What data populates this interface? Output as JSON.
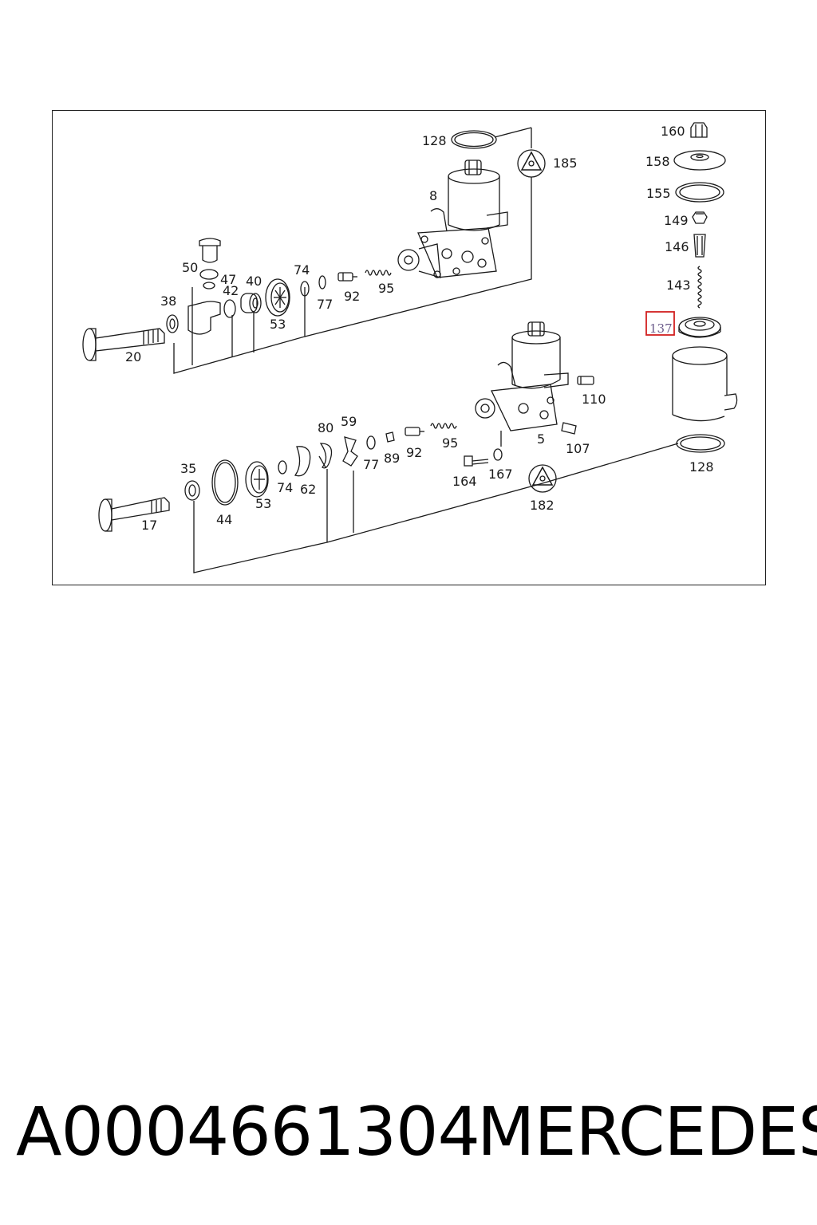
{
  "diagram": {
    "callouts": {
      "c128_top": "128",
      "c185": "185",
      "c8": "8",
      "c160": "160",
      "c158": "158",
      "c155": "155",
      "c149": "149",
      "c146": "146",
      "c143": "143",
      "c137": "137",
      "c50": "50",
      "c47": "47",
      "c42": "42",
      "c40": "40",
      "c74_top": "74",
      "c38": "38",
      "c53_top": "53",
      "c77_top": "77",
      "c92_top": "92",
      "c95_top": "95",
      "c20": "20",
      "c110": "110",
      "c5": "5",
      "c107": "107",
      "c128_bottom": "128",
      "c80": "80",
      "c59": "59",
      "c35": "35",
      "c77_bottom": "77",
      "c89": "89",
      "c92_bottom": "92",
      "c95_bottom": "95",
      "c164": "164",
      "c167": "167",
      "c44": "44",
      "c53_bottom": "53",
      "c74_bottom": "74",
      "c62": "62",
      "c17": "17",
      "c182": "182"
    },
    "highlighted_callout": "137",
    "highlight_color": "#d22020"
  },
  "caption": {
    "part_number": "A0004661304",
    "brand": "MERCEDES"
  }
}
